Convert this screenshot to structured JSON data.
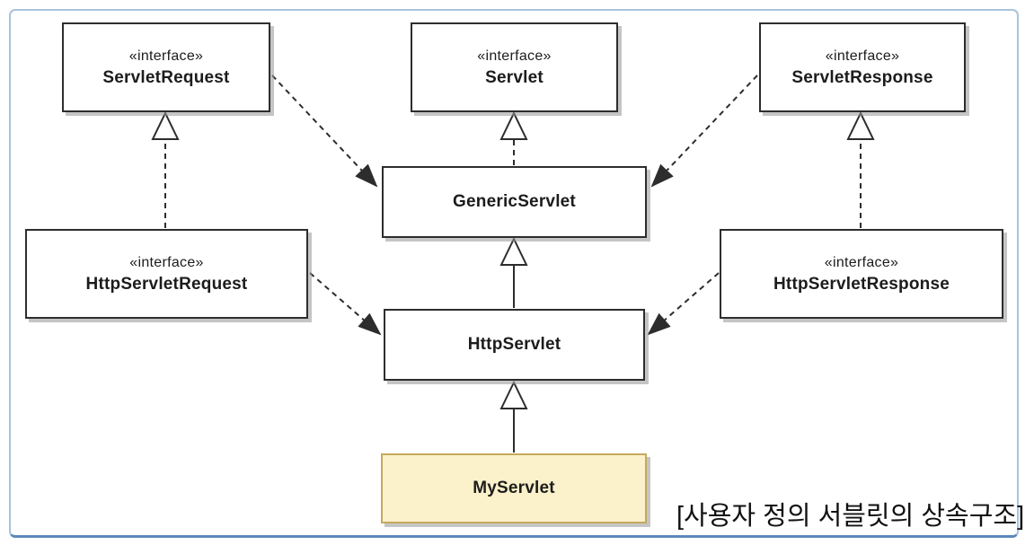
{
  "diagram": {
    "type": "uml-class-diagram",
    "caption": "[사용자 정의 서블릿의 상속구조]",
    "nodes": {
      "servlet_request": {
        "stereotype": "«interface»",
        "name": "ServletRequest"
      },
      "servlet": {
        "stereotype": "«interface»",
        "name": "Servlet"
      },
      "servlet_response": {
        "stereotype": "«interface»",
        "name": "ServletResponse"
      },
      "generic_servlet": {
        "name": "GenericServlet"
      },
      "http_servlet_request": {
        "stereotype": "«interface»",
        "name": "HttpServletRequest"
      },
      "http_servlet_response": {
        "stereotype": "«interface»",
        "name": "HttpServletResponse"
      },
      "http_servlet": {
        "name": "HttpServlet"
      },
      "my_servlet": {
        "name": "MyServlet"
      }
    },
    "edges": [
      {
        "from": "GenericServlet",
        "to": "Servlet",
        "type": "realization (dashed, hollow triangle)"
      },
      {
        "from": "HttpServletRequest",
        "to": "ServletRequest",
        "type": "realization (dashed, hollow triangle)"
      },
      {
        "from": "HttpServletResponse",
        "to": "ServletResponse",
        "type": "realization (dashed, hollow triangle)"
      },
      {
        "from": "HttpServlet",
        "to": "GenericServlet",
        "type": "generalization (solid, hollow triangle)"
      },
      {
        "from": "MyServlet",
        "to": "HttpServlet",
        "type": "generalization (solid, hollow triangle)"
      },
      {
        "from": "ServletRequest",
        "to": "GenericServlet",
        "type": "dependency (dashed, filled arrow)"
      },
      {
        "from": "ServletResponse",
        "to": "GenericServlet",
        "type": "dependency (dashed, filled arrow)"
      },
      {
        "from": "HttpServletRequest",
        "to": "HttpServlet",
        "type": "dependency (dashed, filled arrow)"
      },
      {
        "from": "HttpServletResponse",
        "to": "HttpServlet",
        "type": "dependency (dashed, filled arrow)"
      }
    ],
    "colors": {
      "box_border": "#2d2d2d",
      "box_fill": "#ffffff",
      "highlight_fill": "#fbf1ca",
      "highlight_border": "#c5a95e",
      "frame_border": "#a9c3dd",
      "frame_border_bottom": "#5d89bb",
      "line": "#2d2d2d"
    }
  }
}
